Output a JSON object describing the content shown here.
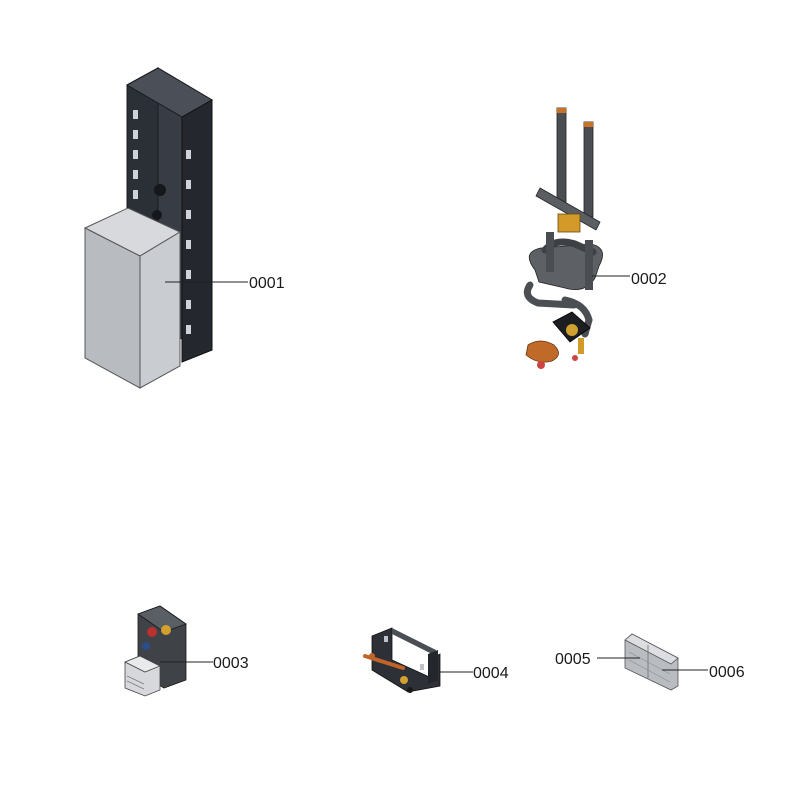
{
  "diagram": {
    "labels": {
      "p1": "0001",
      "p2": "0002",
      "p3": "0003",
      "p4": "0004",
      "p5": "0005",
      "p6": "0006"
    }
  }
}
